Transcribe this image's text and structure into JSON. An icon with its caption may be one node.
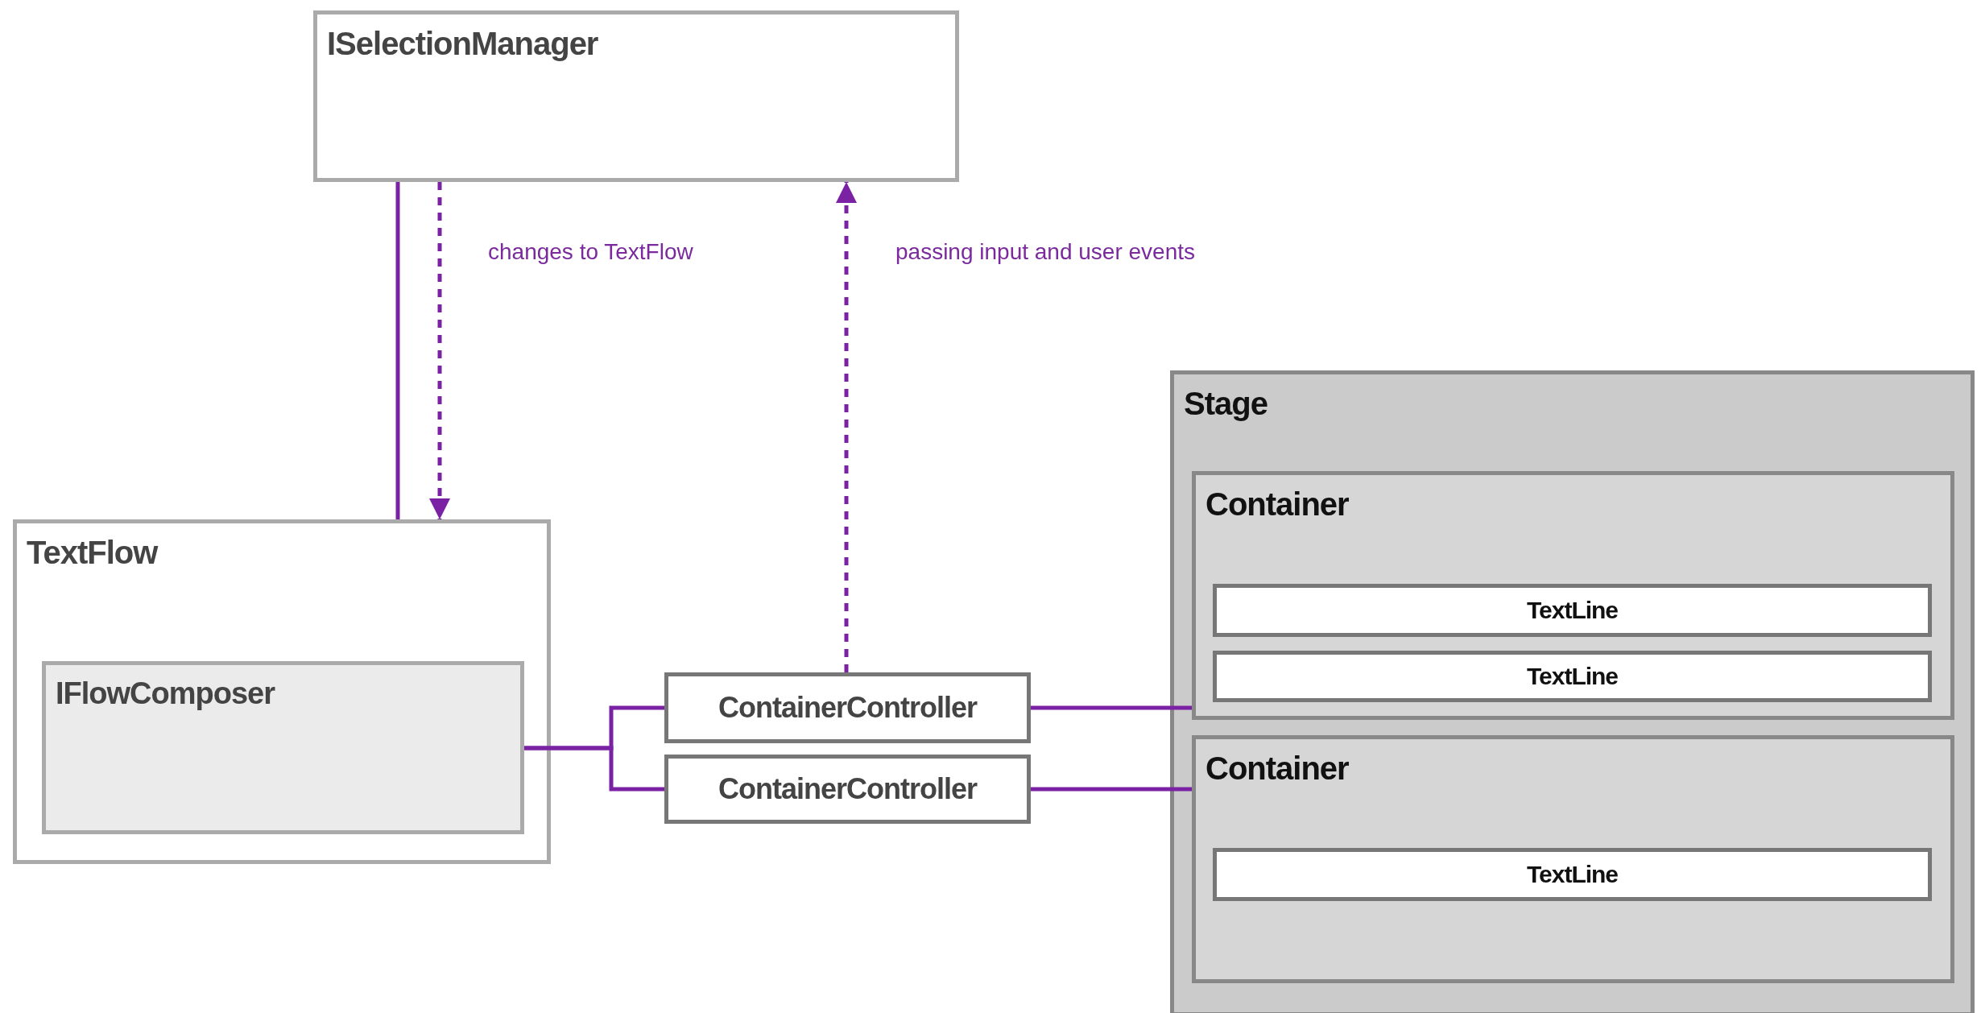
{
  "diagram": {
    "nodes": [
      {
        "text": [
          "ISelectionManager"
        ]
      },
      {
        "text": [
          "TextFlow"
        ]
      },
      {
        "text": [
          "IFlowComposer"
        ],
        "in": 1
      },
      {
        "text": [
          "ContainerController"
        ]
      },
      {
        "text": [
          "ContainerController"
        ]
      },
      {
        "text": [
          "Stage"
        ]
      },
      {
        "text": [
          "Container"
        ],
        "in": 5
      },
      {
        "text": [
          "TextLine"
        ],
        "in": 6
      },
      {
        "text": [
          "TextLine"
        ],
        "in": 6
      },
      {
        "text": [
          "Container"
        ],
        "in": 5
      },
      {
        "text": [
          "TextLine"
        ],
        "in": 9
      }
    ],
    "edges": [
      {
        "from": 0,
        "to": 1,
        "arrow": "none"
      },
      {
        "from": 0,
        "to": 1,
        "arrow": "to",
        "style": "dashed",
        "label": "changes to TextFlow"
      },
      {
        "from": 3,
        "to": 0,
        "arrow": "to",
        "style": "dashed",
        "label": "passing input and user events"
      },
      {
        "from": 2,
        "to": 3,
        "arrow": "none"
      },
      {
        "from": 2,
        "to": 4,
        "arrow": "none"
      },
      {
        "from": 3,
        "to": 6,
        "arrow": "none"
      },
      {
        "from": 4,
        "to": 9,
        "arrow": "none"
      }
    ]
  }
}
